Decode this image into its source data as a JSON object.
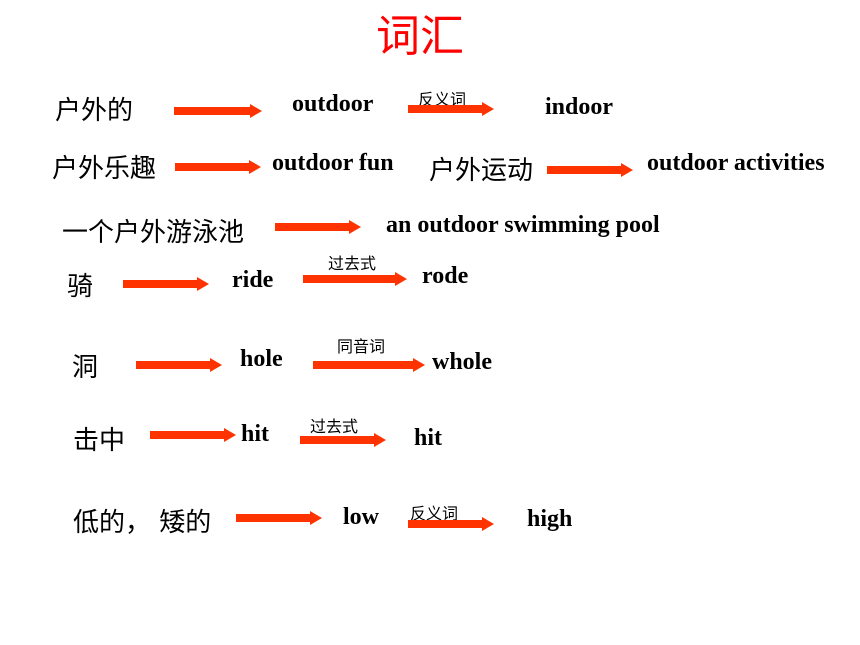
{
  "title": "词汇",
  "accent_color": "#ff3300",
  "rows": {
    "r1": {
      "cn": "户外的",
      "word": "outdoor",
      "relation": "反义词",
      "result": "indoor"
    },
    "r2": {
      "cn": "户外乐趣",
      "word": "outdoor fun",
      "cn2": "户外运动",
      "result": "outdoor activities"
    },
    "r3": {
      "cn": "一个户外游泳池",
      "word": "an outdoor swimming pool"
    },
    "r4": {
      "cn": "骑",
      "word": "ride",
      "relation": "过去式",
      "result": "rode"
    },
    "r5": {
      "cn": "洞",
      "word": "hole",
      "relation": "同音词",
      "result": "whole"
    },
    "r6": {
      "cn": "击中",
      "word": "hit",
      "relation": "过去式",
      "result": "hit"
    },
    "r7": {
      "cn": "低的， 矮的",
      "word": "low",
      "relation": "反义词",
      "result": "high"
    }
  }
}
